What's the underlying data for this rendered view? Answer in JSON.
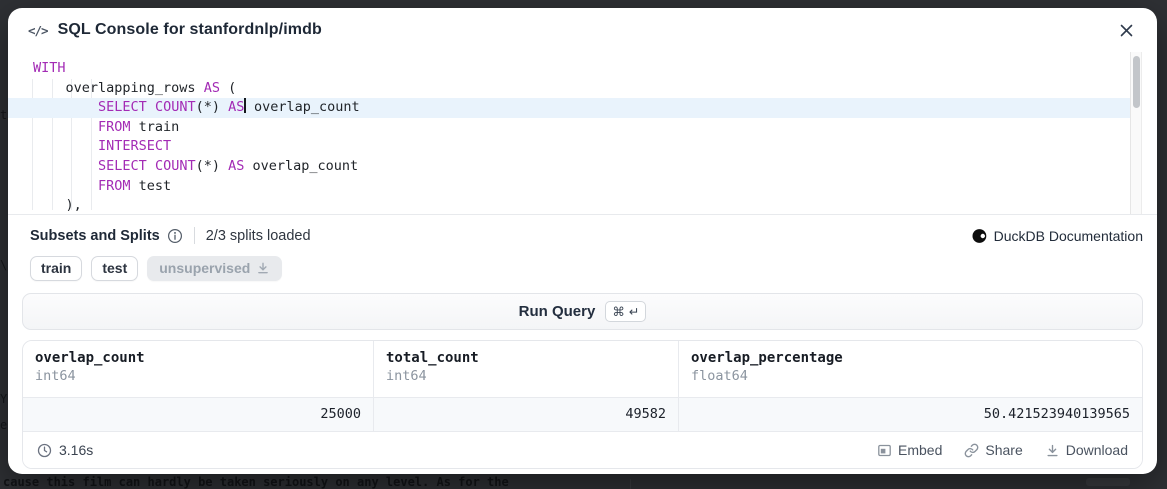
{
  "backdrop": {
    "text": "cause this film can hardly be taken seriously on any level. As for the",
    "fragments": [
      "t",
      "\\",
      "Y(",
      "e"
    ]
  },
  "header": {
    "code_icon": "</>",
    "title": "SQL Console for stanfordnlp/imdb"
  },
  "editor": {
    "lines": [
      {
        "indent": 0,
        "active": false,
        "tokens": [
          [
            "kw",
            "WITH"
          ]
        ]
      },
      {
        "indent": 4,
        "active": false,
        "tokens": [
          [
            "pl",
            "overlapping_rows "
          ],
          [
            "kw",
            "AS"
          ],
          [
            "pl",
            " ("
          ]
        ]
      },
      {
        "indent": 8,
        "active": true,
        "tokens": [
          [
            "kw",
            "SELECT"
          ],
          [
            "pl",
            " "
          ],
          [
            "kw",
            "COUNT"
          ],
          [
            "pl",
            "(*) "
          ],
          [
            "kw",
            "AS"
          ],
          [
            "caret",
            ""
          ],
          [
            "pl",
            " overlap_count"
          ]
        ]
      },
      {
        "indent": 8,
        "active": false,
        "tokens": [
          [
            "kw",
            "FROM"
          ],
          [
            "pl",
            " train"
          ]
        ]
      },
      {
        "indent": 8,
        "active": false,
        "tokens": [
          [
            "kw",
            "INTERSECT"
          ]
        ]
      },
      {
        "indent": 8,
        "active": false,
        "tokens": [
          [
            "kw",
            "SELECT"
          ],
          [
            "pl",
            " "
          ],
          [
            "kw",
            "COUNT"
          ],
          [
            "pl",
            "(*) "
          ],
          [
            "kw",
            "AS"
          ],
          [
            "pl",
            " overlap_count"
          ]
        ]
      },
      {
        "indent": 8,
        "active": false,
        "tokens": [
          [
            "kw",
            "FROM"
          ],
          [
            "pl",
            " test"
          ]
        ]
      },
      {
        "indent": 4,
        "active": false,
        "tokens": [
          [
            "pl",
            "),"
          ]
        ]
      }
    ]
  },
  "subsets": {
    "title": "Subsets and Splits",
    "loaded_text": "2/3 splits loaded",
    "splits": [
      {
        "label": "train",
        "loaded": true
      },
      {
        "label": "test",
        "loaded": true
      },
      {
        "label": "unsupervised",
        "loaded": false
      }
    ]
  },
  "docs": {
    "label": "DuckDB Documentation"
  },
  "run": {
    "label": "Run Query",
    "kbd_cmd": "⌘",
    "kbd_enter": "↵"
  },
  "results": {
    "columns": [
      {
        "name": "overlap_count",
        "type": "int64"
      },
      {
        "name": "total_count",
        "type": "int64"
      },
      {
        "name": "overlap_percentage",
        "type": "float64"
      }
    ],
    "rows": [
      [
        "25000",
        "49582",
        "50.421523940139565"
      ]
    ]
  },
  "footer": {
    "time": "3.16s",
    "embed_label": "Embed",
    "share_label": "Share",
    "download_label": "Download"
  },
  "colors": {
    "keyword_purple": "#a32bb5",
    "active_line": "#e9f3fc",
    "backdrop": "#2f3135",
    "accent_border": "#e5e7eb"
  }
}
